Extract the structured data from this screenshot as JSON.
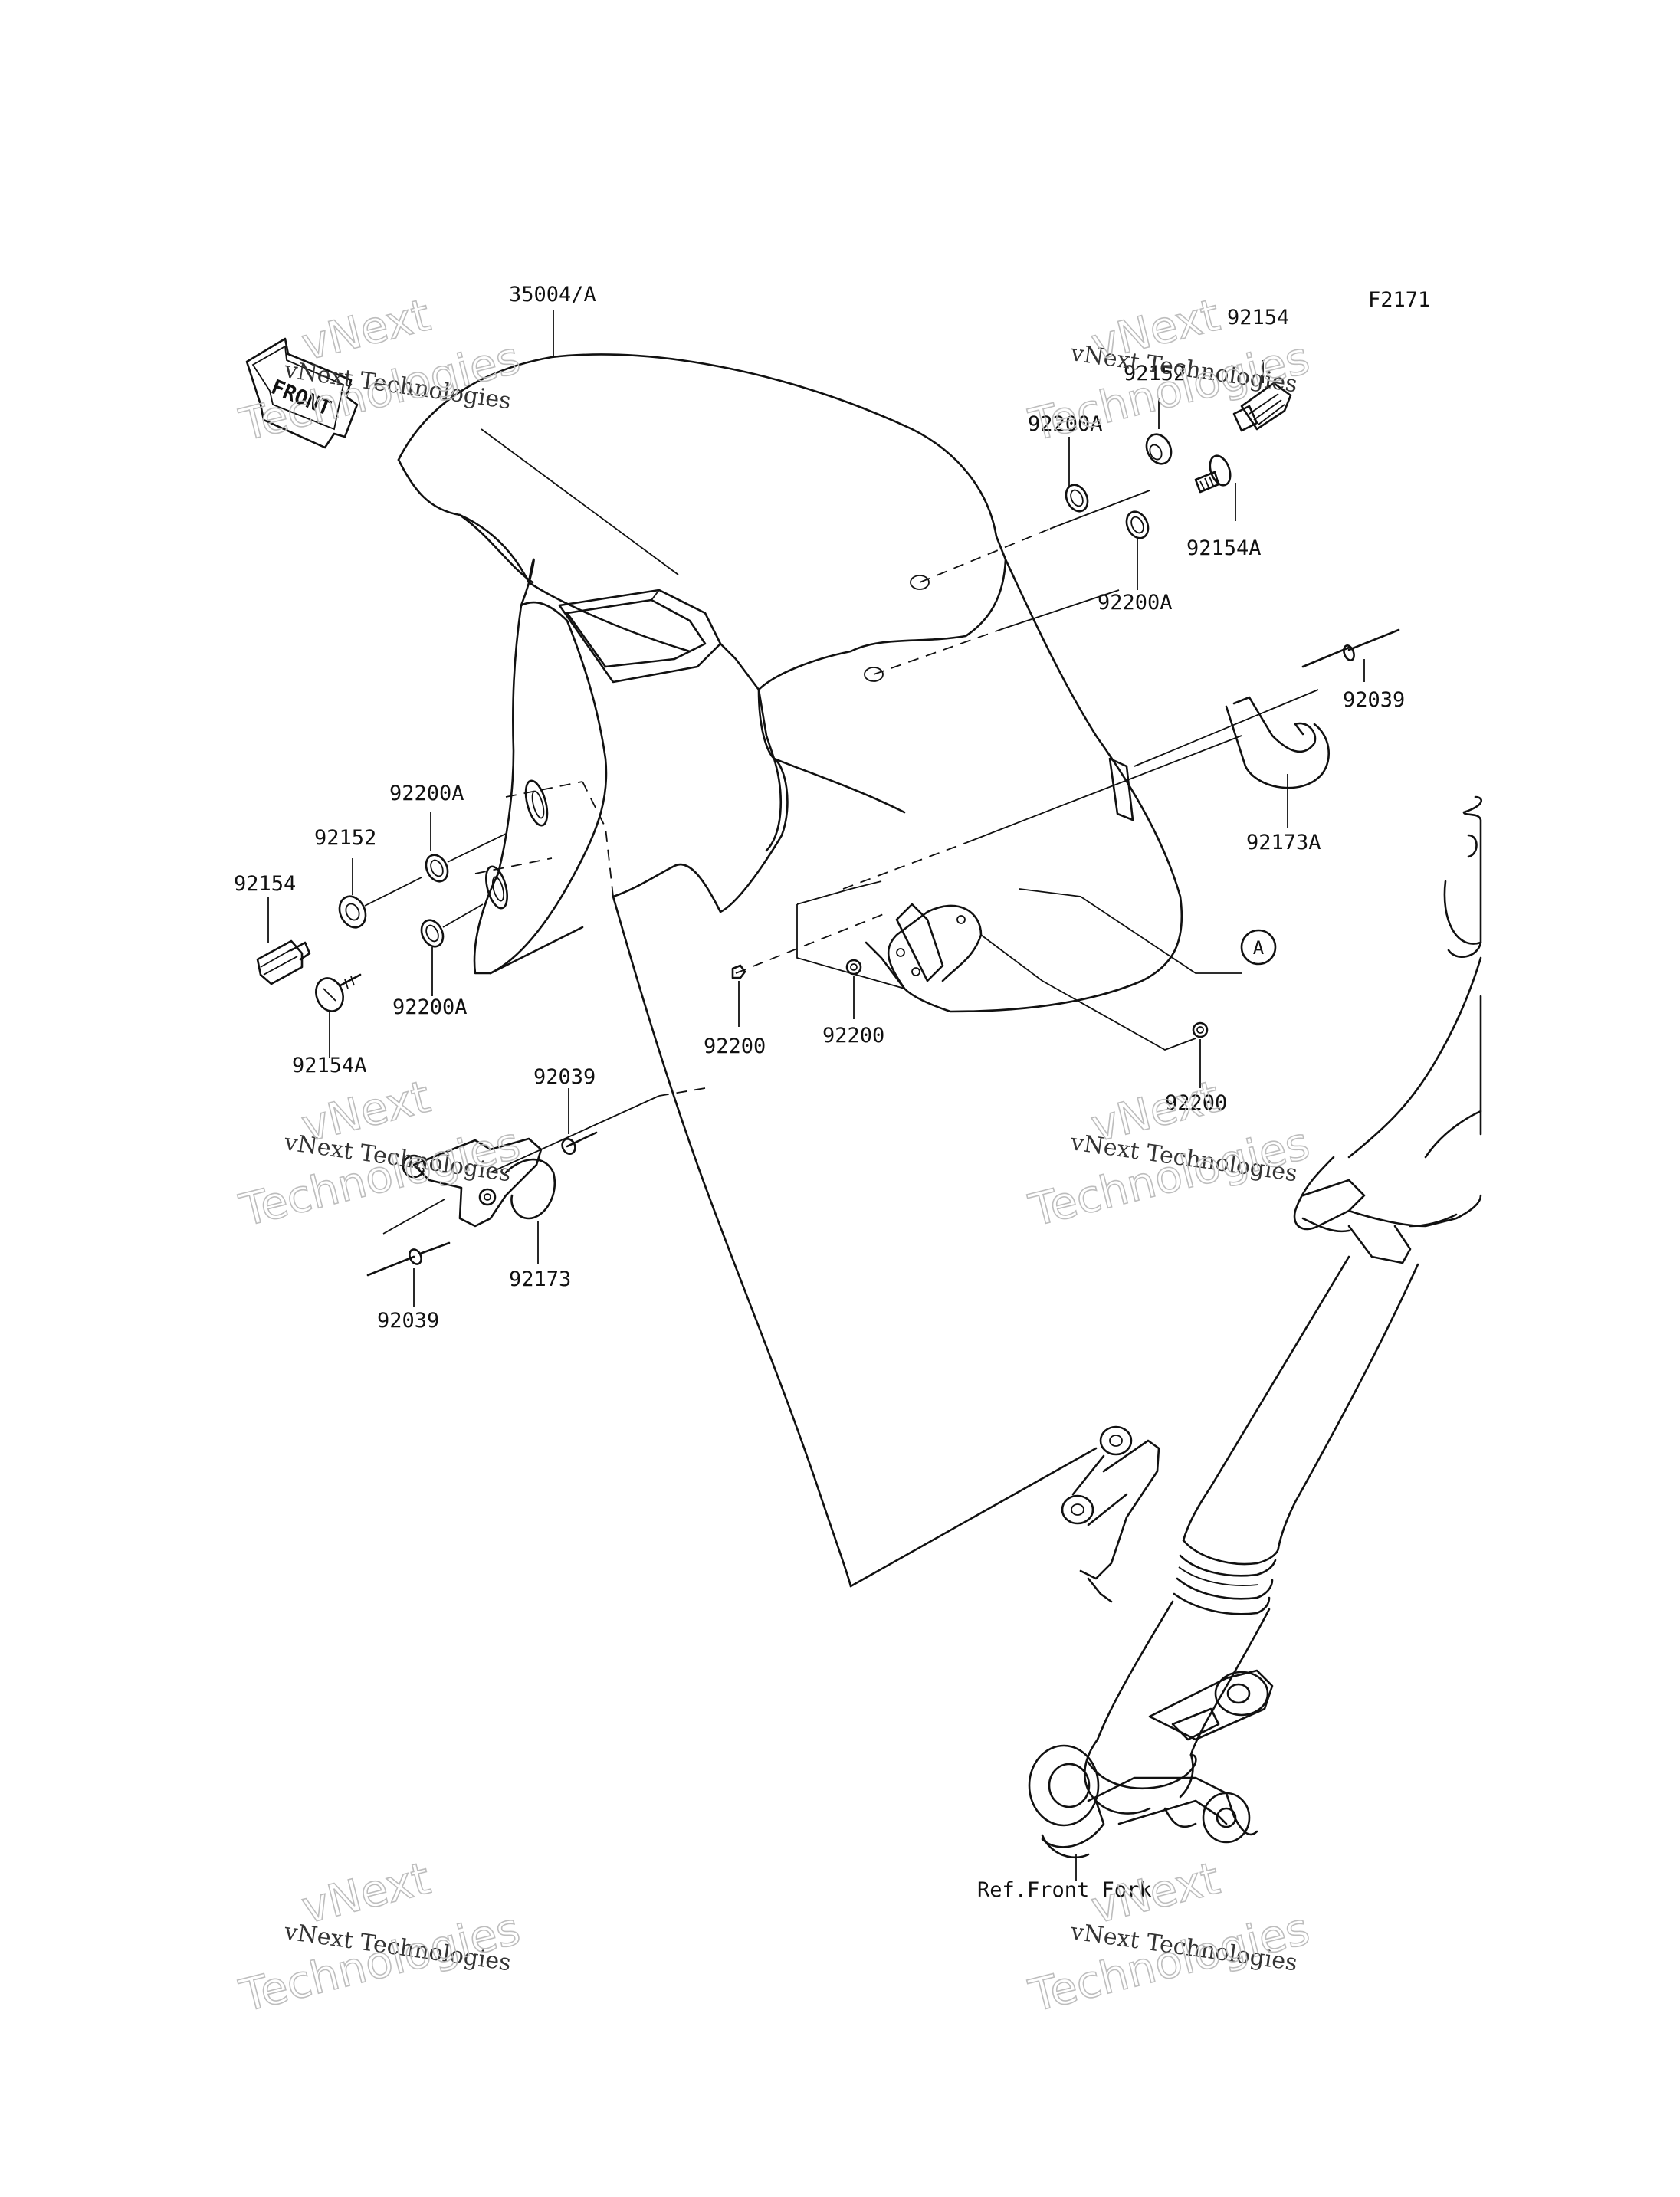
{
  "figure_id": "F2171",
  "front_marker": "FRONT",
  "callout_circle": "A",
  "parts": {
    "fender": "35004/A",
    "bolt_right_top": "92154",
    "collar_right_top": "92152",
    "washer_right_top": "92200A",
    "washer_right_bottom": "92200A",
    "bolt_right_bottom": "92154A",
    "screw_right": "92039",
    "clamp_right": "92173A",
    "washer_left_top": "92200A",
    "collar_left": "92152",
    "bolt_left": "92154",
    "washer_left_bottom": "92200A",
    "bolt_left_bottom": "92154A",
    "nut_center_1": "92200",
    "nut_center_2": "92200",
    "nut_center_3": "92200",
    "screw_left_top": "92039",
    "clamp_left": "92173",
    "screw_left_bottom": "92039",
    "front_fork_ref": "Ref.Front Fork"
  },
  "watermark": {
    "line_small": "vNext Technologies",
    "line_big_1": "vNext",
    "line_big_2": "Technologies"
  }
}
